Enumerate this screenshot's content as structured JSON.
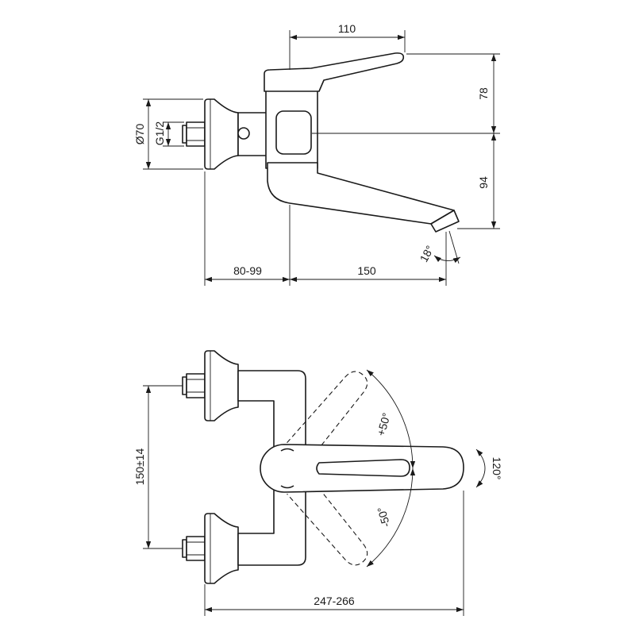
{
  "dimensions": {
    "lever_reach": "110",
    "lever_height": "78",
    "spout_height": "94",
    "flange_diameter": "Ø70",
    "thread": "G1/2",
    "spout_angle": "18°",
    "wall_offset": "80-99",
    "spout_reach": "150",
    "center_distance": "150±14",
    "swing_plus": "+50°",
    "swing_minus": "-50°",
    "spout_swivel": "120°",
    "overall_width": "247-266"
  },
  "colors": {
    "line": "#1a1a1a",
    "background": "#ffffff"
  }
}
